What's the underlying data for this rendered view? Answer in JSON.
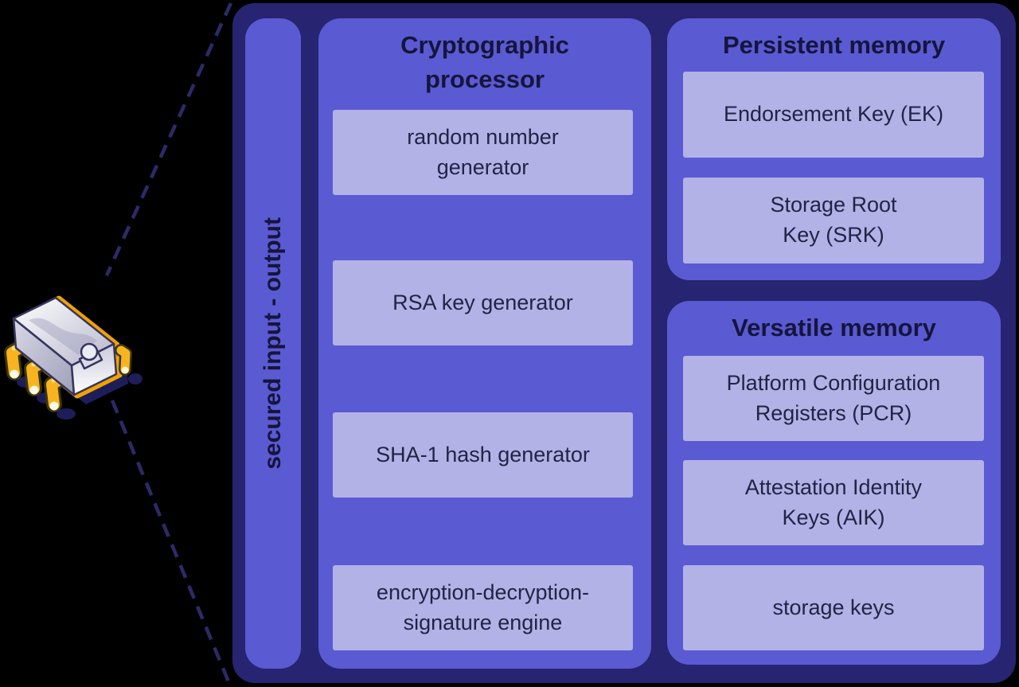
{
  "colors": {
    "background": "#000000",
    "outer_box": "#272471",
    "panel": "#5a5ad2",
    "item_box": "#b2b2e6",
    "title_text": "#15153d",
    "label_text": "#232347",
    "dashed_line": "#2b2b68",
    "pin_gold": "#f7b420",
    "chip_body": "#ececf6"
  },
  "io_bar": {
    "label": "secured input - output"
  },
  "sections": {
    "crypto": {
      "title": "Cryptographic\nprocessor",
      "items": [
        "random number\ngenerator",
        "RSA key generator",
        "SHA-1 hash generator",
        "encryption-decryption-\nsignature engine"
      ]
    },
    "persistent": {
      "title": "Persistent memory",
      "items": [
        "Endorsement Key (EK)",
        "Storage Root\nKey (SRK)"
      ]
    },
    "versatile": {
      "title": "Versatile memory",
      "items": [
        "Platform Configuration\nRegisters (PCR)",
        "Attestation Identity\nKeys (AIK)",
        "storage keys"
      ]
    }
  },
  "icons": {
    "chip": "tpm-chip-icon"
  }
}
